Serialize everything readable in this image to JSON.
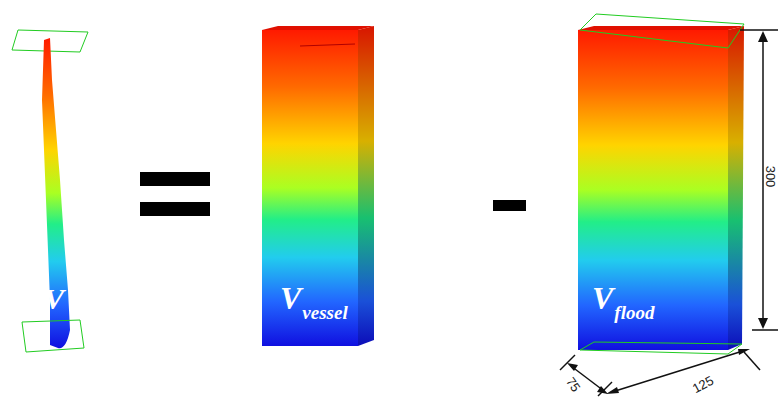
{
  "diagram": {
    "labels": [
      "V",
      "V",
      "vessel",
      "V",
      "flood",
      "300",
      "75",
      "125"
    ]
  }
}
